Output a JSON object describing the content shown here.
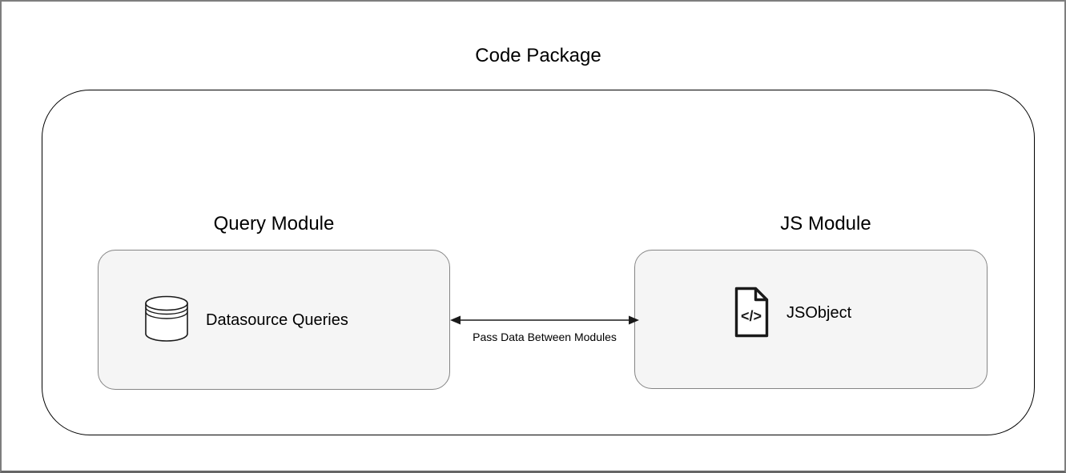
{
  "diagram": {
    "title": "Code Package",
    "connector": {
      "label": "Pass Data Between Modules",
      "type": "bidirectional-arrow"
    },
    "modules": [
      {
        "title": "Query Module",
        "item": {
          "icon": "database-icon",
          "label": "Datasource Queries"
        }
      },
      {
        "title": "JS Module",
        "item": {
          "icon": "code-file-icon",
          "icon_glyph": "</>",
          "label": "JSObject"
        }
      }
    ]
  },
  "colors": {
    "background": "#ffffff",
    "frame_border": "#7e7e7e",
    "package_border": "#000000",
    "module_box_fill": "#f5f5f5",
    "module_box_border": "#858585",
    "text": "#000000",
    "arrow": "#1a1a1a"
  }
}
